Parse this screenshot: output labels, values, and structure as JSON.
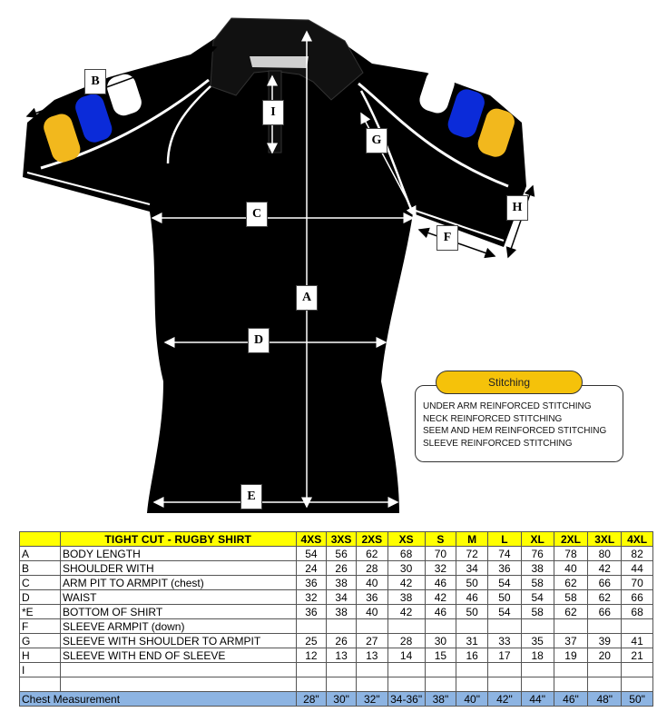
{
  "diagram": {
    "labels": [
      "A",
      "B",
      "C",
      "D",
      "E",
      "F",
      "G",
      "H",
      "I"
    ],
    "colors": {
      "shirt": "#000000",
      "piping": "#ffffff",
      "band_yellow": "#f2b81d",
      "band_blue": "#0b2bd9",
      "band_white": "#ffffff"
    }
  },
  "stitching": {
    "title": "Stitching",
    "items": [
      "UNDER ARM REINFORCED STITCHING",
      "NECK REINFORCED STITCHING",
      "SEEM AND HEM REINFORCED STITCHING",
      "SLEEVE REINFORCED STITCHING"
    ]
  },
  "table": {
    "title": "TIGHT CUT - RUGBY SHIRT",
    "sizes": [
      "4XS",
      "3XS",
      "2XS",
      "XS",
      "S",
      "M",
      "L",
      "XL",
      "2XL",
      "3XL",
      "4XL"
    ],
    "rows": [
      {
        "code": "A",
        "name": "BODY LENGTH",
        "values": [
          "54",
          "56",
          "62",
          "68",
          "70",
          "72",
          "74",
          "76",
          "78",
          "80",
          "82"
        ]
      },
      {
        "code": "B",
        "name": "SHOULDER WITH",
        "values": [
          "24",
          "26",
          "28",
          "30",
          "32",
          "34",
          "36",
          "38",
          "40",
          "42",
          "44"
        ]
      },
      {
        "code": "C",
        "name": "ARM PIT TO ARMPIT (chest)",
        "values": [
          "36",
          "38",
          "40",
          "42",
          "46",
          "50",
          "54",
          "58",
          "62",
          "66",
          "70"
        ]
      },
      {
        "code": "D",
        "name": "WAIST",
        "values": [
          "32",
          "34",
          "36",
          "38",
          "42",
          "46",
          "50",
          "54",
          "58",
          "62",
          "66"
        ]
      },
      {
        "code": "*E",
        "name": "BOTTOM OF SHIRT",
        "values": [
          "36",
          "38",
          "40",
          "42",
          "46",
          "50",
          "54",
          "58",
          "62",
          "66",
          "68"
        ]
      },
      {
        "code": "F",
        "name": "SLEEVE ARMPIT (down)",
        "values": [
          "",
          "",
          "",
          "",
          "",
          "",
          "",
          "",
          "",
          "",
          ""
        ]
      },
      {
        "code": "G",
        "name": "SLEEVE WITH SHOULDER TO ARMPIT",
        "values": [
          "25",
          "26",
          "27",
          "28",
          "30",
          "31",
          "33",
          "35",
          "37",
          "39",
          "41"
        ]
      },
      {
        "code": "H",
        "name": "SLEEVE WITH END OF SLEEVE",
        "values": [
          "12",
          "13",
          "13",
          "14",
          "15",
          "16",
          "17",
          "18",
          "19",
          "20",
          "21"
        ]
      },
      {
        "code": "I",
        "name": "",
        "values": [
          "",
          "",
          "",
          "",
          "",
          "",
          "",
          "",
          "",
          "",
          ""
        ]
      },
      {
        "code": "",
        "name": "",
        "values": [
          "",
          "",
          "",
          "",
          "",
          "",
          "",
          "",
          "",
          "",
          ""
        ]
      }
    ],
    "chest": {
      "label": "Chest Measurement",
      "values": [
        "28\"",
        "30\"",
        "32\"",
        "34-36\"",
        "38\"",
        "40\"",
        "42\"",
        "44\"",
        "46\"",
        "48\"",
        "50\""
      ]
    }
  }
}
